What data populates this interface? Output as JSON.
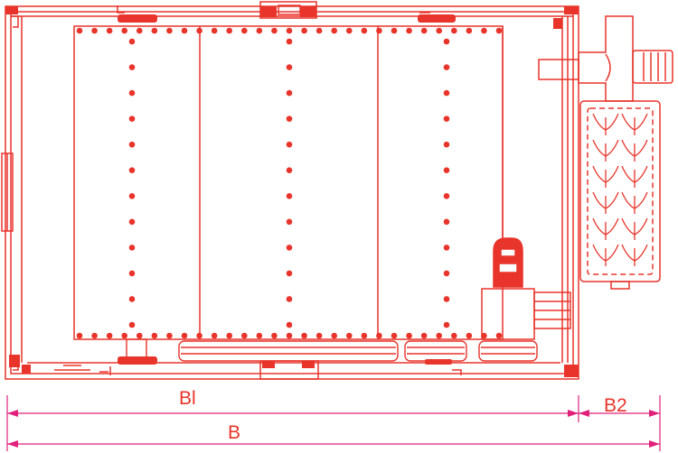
{
  "dimensions": {
    "bl_label": "Bl",
    "b2_label": "B2",
    "b_label": "B"
  },
  "colors": {
    "line": "#e8342a",
    "fill": "#e8342a",
    "arrow": "#e0207a"
  },
  "equipment": {
    "left_column_dot_count": 12,
    "middle_column_dot_count": 12,
    "right_column_dot_count": 12,
    "top_row_dot_count": 29,
    "bottom_row_dot_count": 29
  }
}
